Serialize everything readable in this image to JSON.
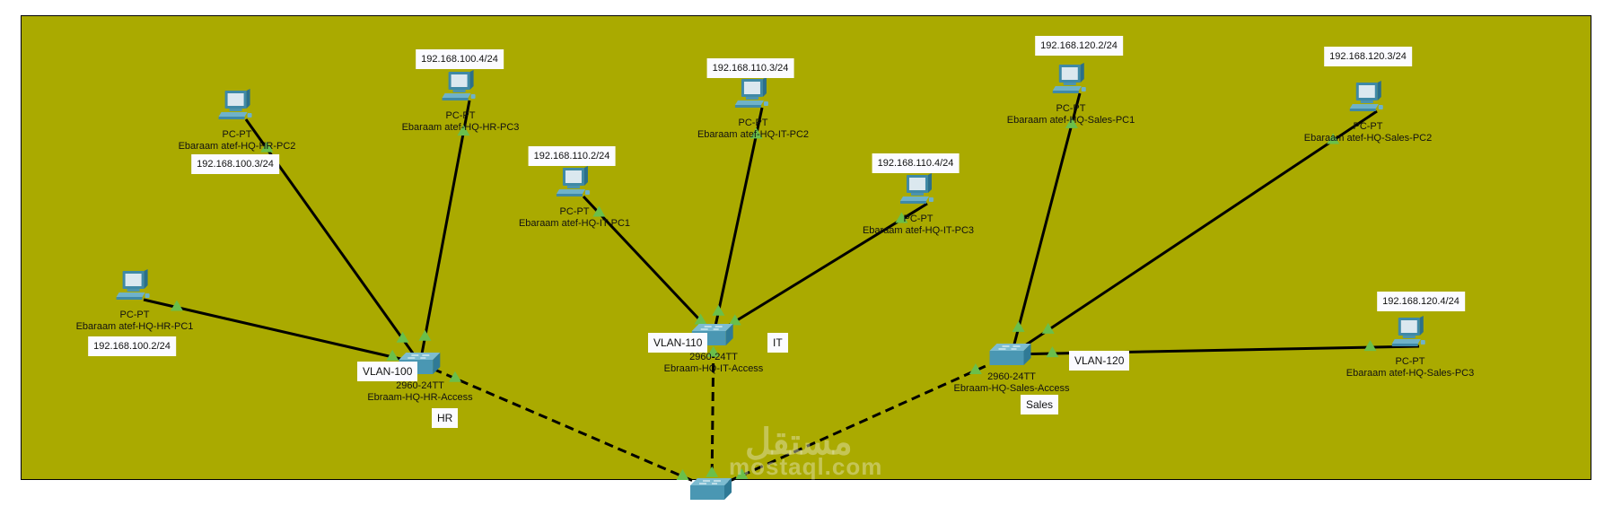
{
  "canvas": {
    "background": "#aaaa00",
    "link_color": "#000000",
    "port_up_color": "#6abf4b"
  },
  "devices": [
    {
      "id": "hr-pc1",
      "model": "PC-PT",
      "name": "Ebaraam atef-HQ-HR-PC1",
      "ip": "192.168.100.2/24",
      "type": "pc"
    },
    {
      "id": "hr-pc2",
      "model": "PC-PT",
      "name": "Ebaraam atef-HQ-HR-PC2",
      "ip": "192.168.100.3/24",
      "type": "pc"
    },
    {
      "id": "hr-pc3",
      "model": "PC-PT",
      "name": "Ebaraam atef-HQ-HR-PC3",
      "ip": "192.168.100.4/24",
      "type": "pc"
    },
    {
      "id": "it-pc1",
      "model": "PC-PT",
      "name": "Ebaraam atef-HQ-IT-PC1",
      "ip": "192.168.110.2/24",
      "type": "pc"
    },
    {
      "id": "it-pc2",
      "model": "PC-PT",
      "name": "Ebaraam atef-HQ-IT-PC2",
      "ip": "192.168.110.3/24",
      "type": "pc"
    },
    {
      "id": "it-pc3",
      "model": "PC-PT",
      "name": "Ebaraam atef-HQ-IT-PC3",
      "ip": "192.168.110.4/24",
      "type": "pc"
    },
    {
      "id": "sales-pc1",
      "model": "PC-PT",
      "name": "Ebaraam atef-HQ-Sales-PC1",
      "ip": "192.168.120.2/24",
      "type": "pc"
    },
    {
      "id": "sales-pc2",
      "model": "PC-PT",
      "name": "Ebaraam atef-HQ-Sales-PC2",
      "ip": "192.168.120.3/24",
      "type": "pc"
    },
    {
      "id": "sales-pc3",
      "model": "PC-PT",
      "name": "Ebaraam atef-HQ-Sales-PC3",
      "ip": "192.168.120.4/24",
      "type": "pc"
    },
    {
      "id": "hr-sw",
      "model": "2960-24TT",
      "name": "Ebraam-HQ-HR-Access",
      "vlan": "VLAN-100",
      "dept": "HR",
      "type": "switch"
    },
    {
      "id": "it-sw",
      "model": "2960-24TT",
      "name": "Ebraam-HQ-IT-Access",
      "vlan": "VLAN-110",
      "dept": "IT",
      "type": "switch"
    },
    {
      "id": "sales-sw",
      "model": "2960-24TT",
      "name": "Ebraam-HQ-Sales-Access",
      "vlan": "VLAN-120",
      "dept": "Sales",
      "type": "switch"
    },
    {
      "id": "core-sw",
      "type": "switch"
    }
  ],
  "links": [
    {
      "from": "hr-pc1",
      "to": "hr-sw",
      "style": "solid"
    },
    {
      "from": "hr-pc2",
      "to": "hr-sw",
      "style": "solid"
    },
    {
      "from": "hr-pc3",
      "to": "hr-sw",
      "style": "solid"
    },
    {
      "from": "it-pc1",
      "to": "it-sw",
      "style": "solid"
    },
    {
      "from": "it-pc2",
      "to": "it-sw",
      "style": "solid"
    },
    {
      "from": "it-pc3",
      "to": "it-sw",
      "style": "solid"
    },
    {
      "from": "sales-pc1",
      "to": "sales-sw",
      "style": "solid"
    },
    {
      "from": "sales-pc2",
      "to": "sales-sw",
      "style": "solid"
    },
    {
      "from": "sales-pc3",
      "to": "sales-sw",
      "style": "solid"
    },
    {
      "from": "hr-sw",
      "to": "core-sw",
      "style": "dashed"
    },
    {
      "from": "it-sw",
      "to": "core-sw",
      "style": "dashed"
    },
    {
      "from": "sales-sw",
      "to": "core-sw",
      "style": "dashed"
    }
  ],
  "watermark": {
    "arabic": "مستقل",
    "latin": "mostaql.com"
  }
}
